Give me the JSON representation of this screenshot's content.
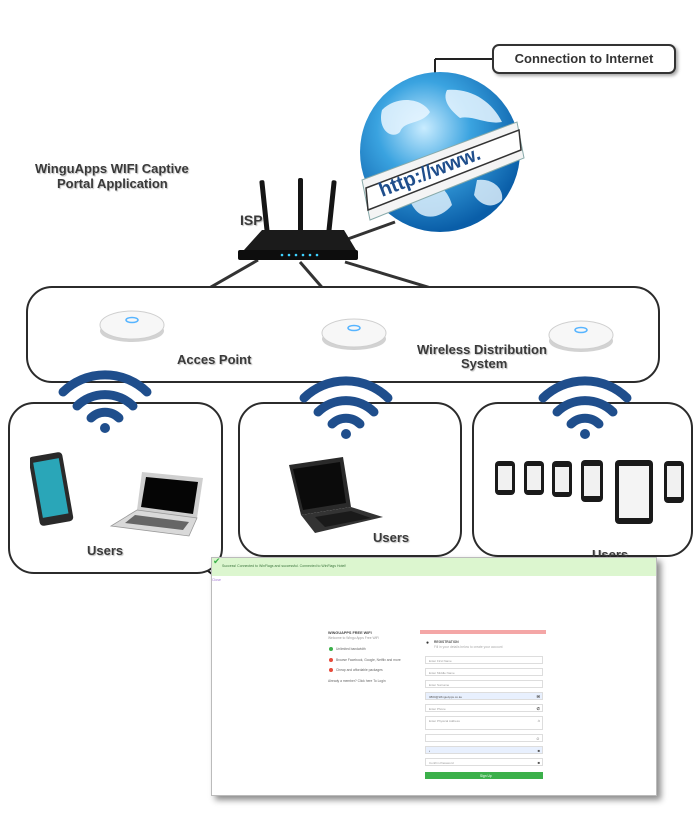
{
  "labels": {
    "connection": "Connection to Internet",
    "app_title_line1": "WinguApps WIFI Captive",
    "app_title_line2": "Portal Application",
    "isp": "ISP",
    "access_point": "Acces Point",
    "wds_line1": "Wireless Distribution",
    "wds_line2": "System",
    "users_1": "Users",
    "users_2": "Users",
    "users_3": "Users",
    "globe_text": "http://www."
  },
  "app_screenshot": {
    "banner": "Success! Connected to WinFlags and successful. Connected to WinFlags Hotel!",
    "close": "Close",
    "brand": "WINGUAPPS FREE WIFI",
    "subtitle": "Welcome to Wingu Apps Free WiFi",
    "features": [
      {
        "text": "Unlimited bandwidth",
        "color": "#3bb04a"
      },
      {
        "text": "Browse Facebook, Google, Netflix and more",
        "color": "#e74c3c"
      },
      {
        "text": "Cheap and affordable packages",
        "color": "#e74c3c"
      }
    ],
    "member_text": "Already a member? Click here To Login",
    "form_header": "REGISTRATION",
    "form_subheader": "Fill in your details below to create your account",
    "fields": [
      "Enter First Name",
      "Enter Middle Name",
      "Enter Surname",
      "0800@WinguApps.co.ke",
      "Enter Phone",
      "Enter Physical Address",
      "",
      "•",
      "Confirm Password"
    ],
    "submit": "Sign Up",
    "accent_red": "#f4a6a6",
    "accent_green": "#3bb04a",
    "banner_green": "#dcf6cf"
  }
}
